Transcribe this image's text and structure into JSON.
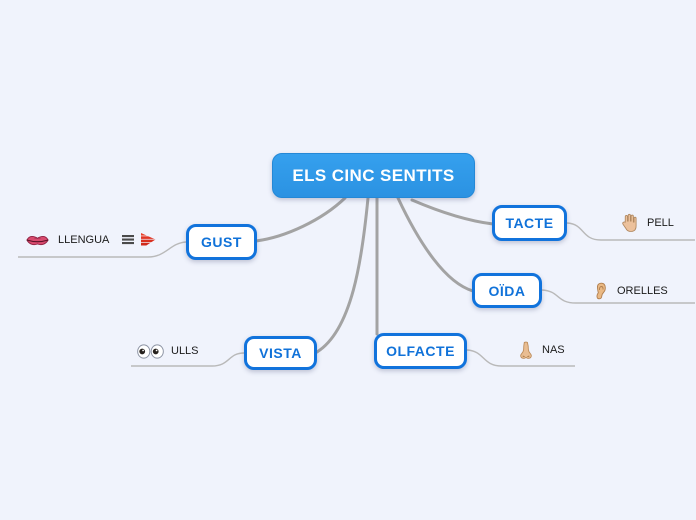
{
  "map": {
    "title": "ELS CINC SENTITS",
    "colors": {
      "background": "#f0f3fc",
      "root_fill": "#2e96e4",
      "node_border": "#1173dc",
      "node_text": "#1072d9",
      "branch_line": "#a3a3a3",
      "twig_line": "#b9b9b9",
      "leaf_text": "#1b1b1b"
    },
    "branches": [
      {
        "label": "GUST",
        "child": {
          "label": "LLENGUA",
          "icon": "lips-icon",
          "extras": [
            "notes-icon",
            "slideshow-icon"
          ]
        }
      },
      {
        "label": "TACTE",
        "child": {
          "label": "PELL",
          "icon": "hand-icon",
          "extras": []
        }
      },
      {
        "label": "OÏDA",
        "child": {
          "label": "ORELLES",
          "icon": "ear-icon",
          "extras": []
        }
      },
      {
        "label": "VISTA",
        "child": {
          "label": "ULLS",
          "icon": "eyes-icon",
          "extras": []
        }
      },
      {
        "label": "OLFACTE",
        "child": {
          "label": "NAS",
          "icon": "nose-icon",
          "extras": []
        }
      }
    ]
  }
}
